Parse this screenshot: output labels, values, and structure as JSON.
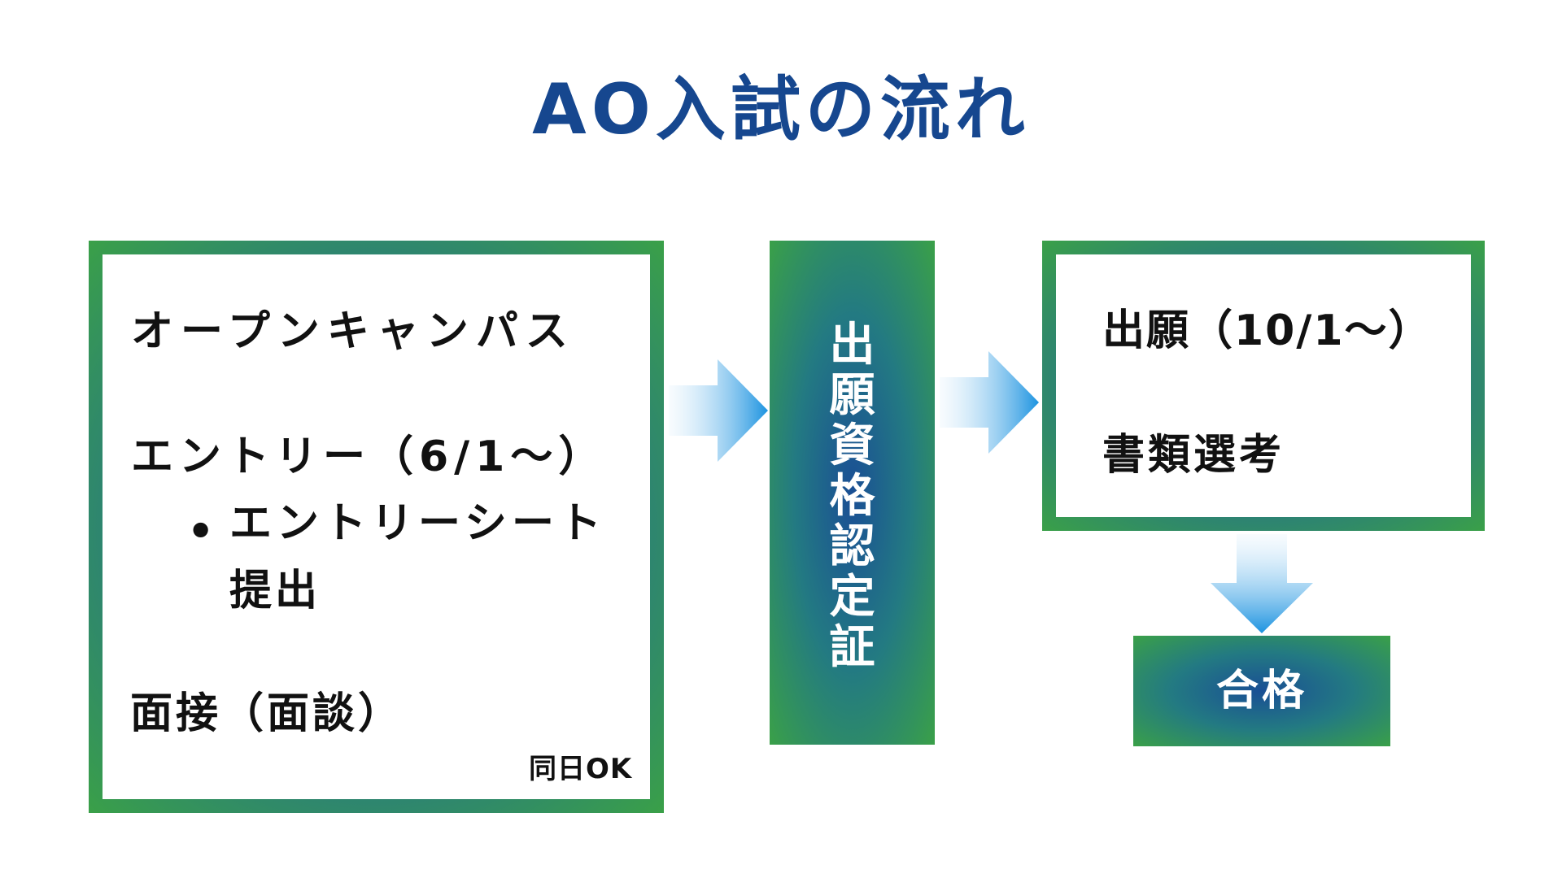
{
  "title": "AO入試の流れ",
  "left_box": {
    "open_campus": "オープンキャンパス",
    "entry": "エントリー（6/1〜）",
    "bullet": "•",
    "entry_sheet": "エントリーシート",
    "entry_sheet_2": "提出",
    "interview": "面接（面談）",
    "same_day": "同日OK"
  },
  "certification": {
    "chars": [
      "出",
      "願",
      "資",
      "格",
      "認",
      "定",
      "証"
    ]
  },
  "right_box": {
    "application": "出願（10/1〜）",
    "document_screening": "書類選考"
  },
  "pass": "合格",
  "colors": {
    "title": "#16478f",
    "frame_green": "#3aa048",
    "frame_blue": "#1a4f95",
    "arrow_light": "#e8f4fc",
    "arrow_dark": "#1c93e0"
  },
  "icons": [
    "arrow-right-icon",
    "arrow-right-icon",
    "arrow-down-icon"
  ]
}
